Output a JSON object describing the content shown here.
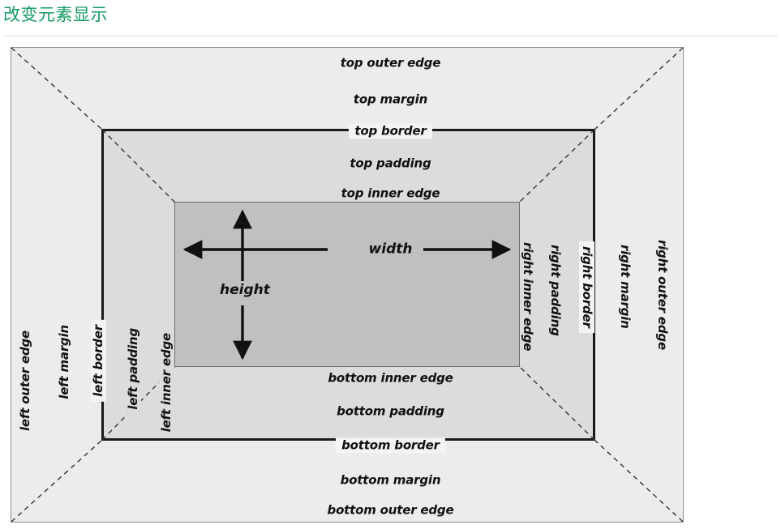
{
  "header": {
    "title": "改变元素显示",
    "title_color": "#169b62"
  },
  "diagram": {
    "name": "css-box-model",
    "colors": {
      "margin_area": "#ececec",
      "padding_area": "#dcdcdc",
      "content_area": "#c0c0c0",
      "border_line": "#1a1a1a",
      "outer_line": "#8c8c8c",
      "dashed_line": "#333333"
    },
    "top_labels": [
      {
        "id": "top-outer-edge",
        "text": "top outer edge"
      },
      {
        "id": "top-margin",
        "text": "top margin"
      },
      {
        "id": "top-border",
        "text": "top border"
      },
      {
        "id": "top-padding",
        "text": "top padding"
      },
      {
        "id": "top-inner-edge",
        "text": "top inner edge"
      }
    ],
    "bottom_labels": [
      {
        "id": "bottom-inner-edge",
        "text": "bottom inner edge"
      },
      {
        "id": "bottom-padding",
        "text": "bottom padding"
      },
      {
        "id": "bottom-border",
        "text": "bottom border"
      },
      {
        "id": "bottom-margin",
        "text": "bottom margin"
      },
      {
        "id": "bottom-outer-edge",
        "text": "bottom outer edge"
      }
    ],
    "left_labels": [
      {
        "id": "left-outer-edge",
        "text": "left outer edge"
      },
      {
        "id": "left-margin",
        "text": "left margin"
      },
      {
        "id": "left-border",
        "text": "left border"
      },
      {
        "id": "left-padding",
        "text": "left padding"
      },
      {
        "id": "left-inner-edge",
        "text": "left inner edge"
      }
    ],
    "right_labels": [
      {
        "id": "right-inner-edge",
        "text": "right inner edge"
      },
      {
        "id": "right-padding",
        "text": "right padding"
      },
      {
        "id": "right-border",
        "text": "right border"
      },
      {
        "id": "right-margin",
        "text": "right margin"
      },
      {
        "id": "right-outer-edge",
        "text": "right outer edge"
      }
    ],
    "dimensions": {
      "width_label": "width",
      "height_label": "height"
    }
  }
}
